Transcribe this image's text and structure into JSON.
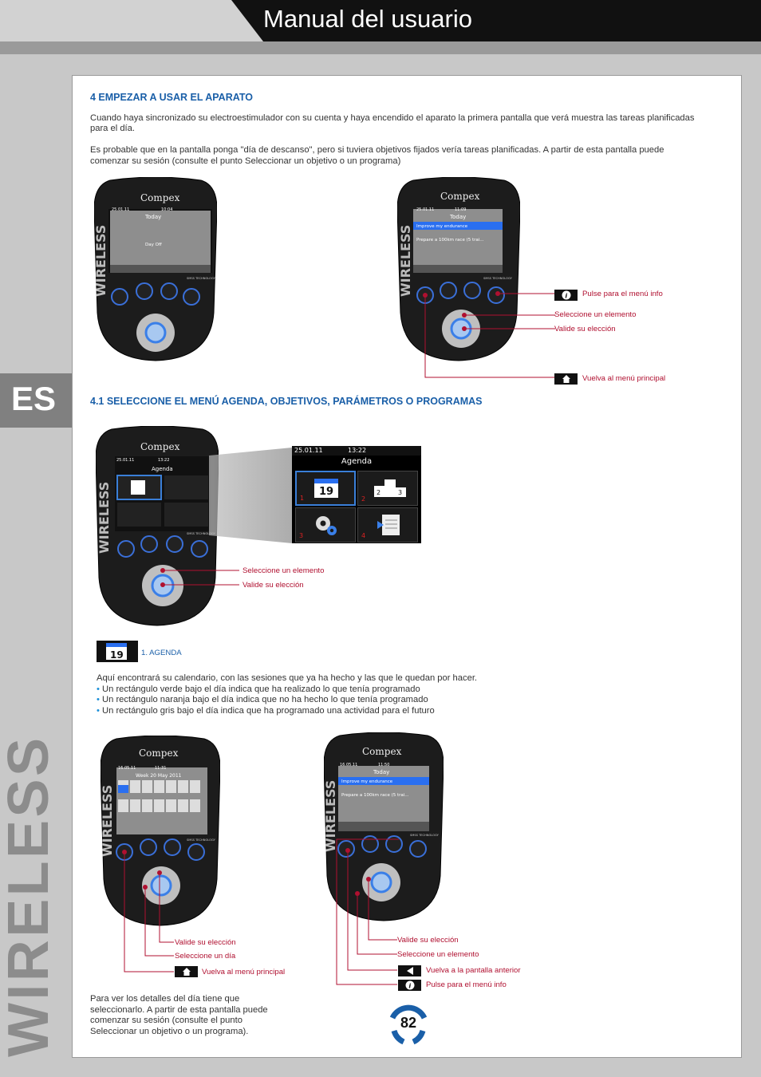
{
  "header": {
    "title": "Manual del usuario",
    "lang": "ES",
    "brand_vertical": "WIRELESS"
  },
  "section4": {
    "title": "4 EMPEZAR A USAR EL APARATO",
    "p1a": "Cuando haya sincronizado su electroestimulador con su cuenta y haya encendido el aparato la primera pantalla que verá muestra las tareas planificadas",
    "p1b": "para el día.",
    "p2a": "Es probable que en la pantalla ponga \"día de descanso\", pero si tuviera objetivos fijados vería tareas planificadas. A partir de esta pantalla puede",
    "p2b": "comenzar su sesión (consulte el punto Seleccionar un objetivo o un programa)"
  },
  "device1": {
    "brand": "Compex",
    "date": "25.01.11",
    "time": "10:04",
    "title": "Today",
    "body": "Day Off",
    "side": "WIRELESS",
    "tag": "SMSS TECHNOLOGY"
  },
  "device2": {
    "brand": "Compex",
    "date": "25.01.11",
    "time": "11:09",
    "title": "Today",
    "row1": "Improve my endurance",
    "row2": "Prepare a 100km race (5 trai...",
    "side": "WIRELESS",
    "tag": "SMSS TECHNOLOGY"
  },
  "callouts1": {
    "info": "Pulse para el menú info",
    "select": "Seleccione un elemento",
    "validate": "Valide su elección",
    "home": "Vuelva al menú principal"
  },
  "section41": {
    "title": "4.1 SELECCIONE EL MENÚ AGENDA, OBJETIVOS, PARÁMETROS O PROGRAMAS"
  },
  "device3": {
    "brand": "Compex",
    "date": "25.01.11",
    "time": "13:22",
    "title": "Agenda",
    "side": "WIRELESS",
    "tag": "SMSS TECHNOLOGY"
  },
  "zoom": {
    "date": "25.01.11",
    "time": "13:22",
    "title": "Agenda",
    "cal_day": "19",
    "n1": "1",
    "n2": "2",
    "n3": "3",
    "n4": "4",
    "podium_a": "2",
    "podium_b": "3"
  },
  "callouts2": {
    "select": "Seleccione un elemento",
    "validate": "Valide su elección"
  },
  "agenda": {
    "icon_day": "19",
    "label": "1. AGENDA",
    "p": "Aquí encontrará su calendario, con las sesiones que ya ha hecho y las que le quedan por hacer.",
    "b1": "Un rectángulo verde bajo el día indica que ha realizado lo que tenía programado",
    "b2": "Un rectángulo naranja bajo el día indica que no ha hecho lo que tenía programado",
    "b3": "Un rectángulo gris bajo el día indica que ha programado una actividad para el futuro",
    "bullet": "•"
  },
  "device4": {
    "brand": "Compex",
    "date": "16.05.11",
    "time": "11:31",
    "title": "Week 20   May 2011",
    "side": "WIRELESS",
    "tag": "SMSS TECHNOLOGY"
  },
  "device5": {
    "brand": "Compex",
    "date": "16.05.11",
    "time": "11:50",
    "title": "Today",
    "row1": "Improve my endurance",
    "row2": "Prepare a 100km race (5 trai...",
    "side": "WIRELESS",
    "tag": "SMSS TECHNOLOGY"
  },
  "callouts3": {
    "validate": "Valide su elección",
    "select_day": "Seleccione un día",
    "home": "Vuelva al menú principal"
  },
  "callouts4": {
    "validate": "Valide su elección",
    "select": "Seleccione un elemento",
    "back": "Vuelva a la pantalla anterior",
    "info": "Pulse para el menú info"
  },
  "footer": {
    "p1": "Para ver los detalles del día tiene que",
    "p2": "seleccionarlo. A partir de esta pantalla puede",
    "p3": "comenzar su sesión (consulte el punto",
    "p4": "Seleccionar un objetivo o un programa).",
    "page": "82"
  },
  "colors": {
    "accent_blue": "#1a5fa8",
    "callout_red": "#b01030",
    "header_black": "#111111"
  }
}
